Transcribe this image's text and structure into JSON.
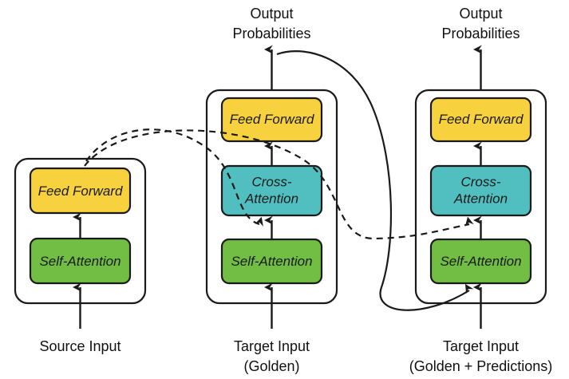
{
  "diagram": {
    "title": "Transformer encoder-decoder with golden and predicted target inputs",
    "colors": {
      "feed_forward": "#F7D23E",
      "cross_attention": "#51BFBF",
      "self_attention": "#72BE45",
      "stroke": "#1A1A1A",
      "background": "#FFFFFF"
    },
    "blocks": [
      {
        "id": "encoder",
        "modules": [
          {
            "name": "feed-forward",
            "label": "Feed Forward",
            "color": "#F7D23E"
          },
          {
            "name": "self-attention",
            "label": "Self-Attention",
            "color": "#72BE45"
          }
        ],
        "input_label_lines": [
          "Source Input"
        ],
        "output_label_lines": []
      },
      {
        "id": "decoder-golden",
        "modules": [
          {
            "name": "feed-forward",
            "label": "Feed Forward",
            "color": "#F7D23E"
          },
          {
            "name": "cross-attention",
            "label_line1": "Cross-",
            "label_line2": "Attention",
            "color": "#51BFBF"
          },
          {
            "name": "self-attention",
            "label": "Self-Attention",
            "color": "#72BE45"
          }
        ],
        "input_label_lines": [
          "Target Input",
          "(Golden)"
        ],
        "output_label_lines": [
          "Output",
          "Probabilities"
        ]
      },
      {
        "id": "decoder-golden-plus-predictions",
        "modules": [
          {
            "name": "feed-forward",
            "label": "Feed Forward",
            "color": "#F7D23E"
          },
          {
            "name": "cross-attention",
            "label_line1": "Cross-",
            "label_line2": "Attention",
            "color": "#51BFBF"
          },
          {
            "name": "self-attention",
            "label": "Self-Attention",
            "color": "#72BE45"
          }
        ],
        "input_label_lines": [
          "Target Input",
          "(Golden + Predictions)"
        ],
        "output_label_lines": [
          "Output",
          "Probabilities"
        ]
      }
    ],
    "connections": [
      {
        "name": "encoder-to-decoder1-cross-attention",
        "style": "dashed"
      },
      {
        "name": "encoder-to-decoder2-cross-attention",
        "style": "dashed"
      },
      {
        "name": "decoder1-output-to-decoder2-self-attention",
        "style": "solid"
      }
    ]
  },
  "text": {
    "feed_forward": "Feed Forward",
    "cross_attention_line1": "Cross-",
    "cross_attention_line2": "Attention",
    "self_attention": "Self-Attention",
    "output": "Output",
    "probabilities": "Probabilities",
    "source_input": "Source Input",
    "target_input": "Target Input",
    "golden": "(Golden)",
    "golden_plus_predictions": "(Golden + Predictions)"
  }
}
